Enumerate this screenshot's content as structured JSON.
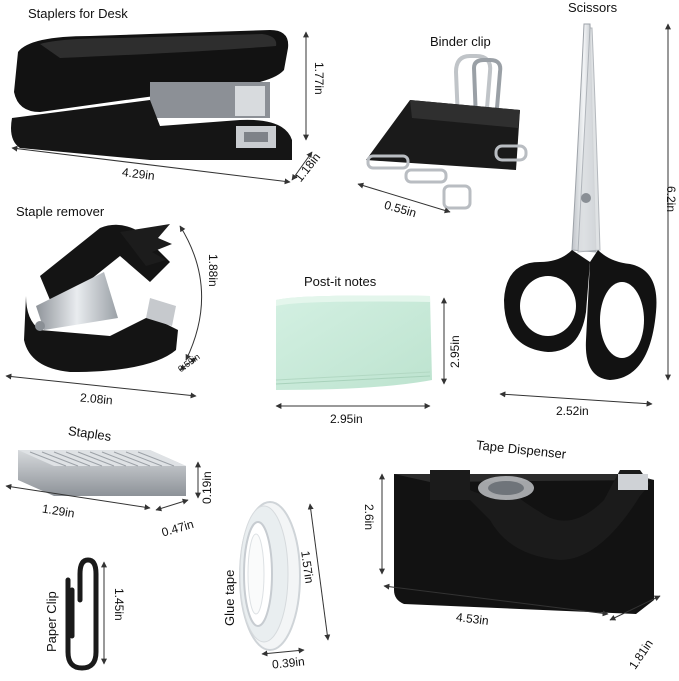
{
  "items": {
    "stapler": {
      "name": "Staplers for Desk",
      "length": "4.29in",
      "height": "1.77in",
      "width": "1.18in"
    },
    "binder_clip": {
      "name": "Binder clip",
      "width": "0.55in"
    },
    "scissors": {
      "name": "Scissors",
      "width": "2.52in",
      "height": "6.2in"
    },
    "staple_remover": {
      "name": "Staple remover",
      "length": "2.08in",
      "height": "1.88in",
      "width": "0.59in"
    },
    "post_it": {
      "name": "Post-it notes",
      "width": "2.95in",
      "height": "2.95in"
    },
    "staples": {
      "name": "Staples",
      "length": "1.29in",
      "height": "0.19in",
      "width": "0.47in"
    },
    "tape_dispenser": {
      "name": "Tape Dispenser",
      "length": "4.53in",
      "height": "2.6in",
      "width": "1.81in"
    },
    "glue_tape": {
      "name": "Glue tape",
      "height": "1.57in",
      "width": "0.39in"
    },
    "paper_clip": {
      "name": "Paper Clip",
      "height": "1.45in"
    }
  },
  "colors": {
    "black": "#0e0e0e",
    "chrome": "#c9ccd0",
    "post_it": "#c9ead9",
    "arrow": "#333333"
  }
}
